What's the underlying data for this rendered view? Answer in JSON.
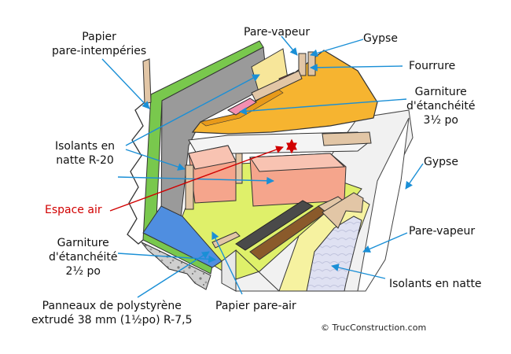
{
  "labels": {
    "papier_pare_intemperies": [
      "Papier",
      "pare-intempéries"
    ],
    "pare_vapeur_top": "Pare-vapeur",
    "gypse_top": "Gypse",
    "fourrure": "Fourrure",
    "garniture_top": [
      "Garniture",
      "d'étanchéité",
      "3½ po"
    ],
    "isolants_r20": [
      "Isolants en",
      "natte R-20"
    ],
    "gypse_right": "Gypse",
    "espace_air": "Espace air",
    "pare_vapeur_right": "Pare-vapeur",
    "garniture_bottom": [
      "Garniture",
      "d'étanchéité",
      "2½ po"
    ],
    "isolants_natte": "Isolants en natte",
    "panneaux": [
      "Panneaux de polystyrène",
      "extrudé 38 mm (1½po) R-7,5"
    ],
    "papier_pare_air": "Papier pare-air",
    "copyright": "© TrucConstruction.com"
  },
  "colors": {
    "arrow": "#1a8fd6",
    "red_label": "#d10000",
    "insulation_pink": "#f5a58c",
    "ceiling_orange": "#f6b430",
    "polystyrene_blue": "#4f8ee0",
    "air_paper_green": "#dff06a",
    "wood": "#e2c6a6",
    "wood_dark": "#8a5a2b"
  }
}
